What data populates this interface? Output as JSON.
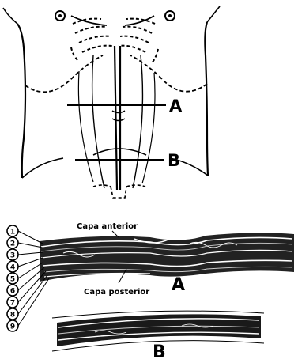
{
  "figure": {
    "section_labels": {
      "a": "A",
      "b": "B"
    },
    "layer_labels": {
      "anterior": "Capa anterior",
      "posterior": "Capa posterior"
    },
    "layer_numbers": [
      "1",
      "2",
      "3",
      "4",
      "5",
      "6",
      "7",
      "8",
      "9"
    ],
    "icons": {
      "navel_marks": "circled-dot"
    }
  }
}
